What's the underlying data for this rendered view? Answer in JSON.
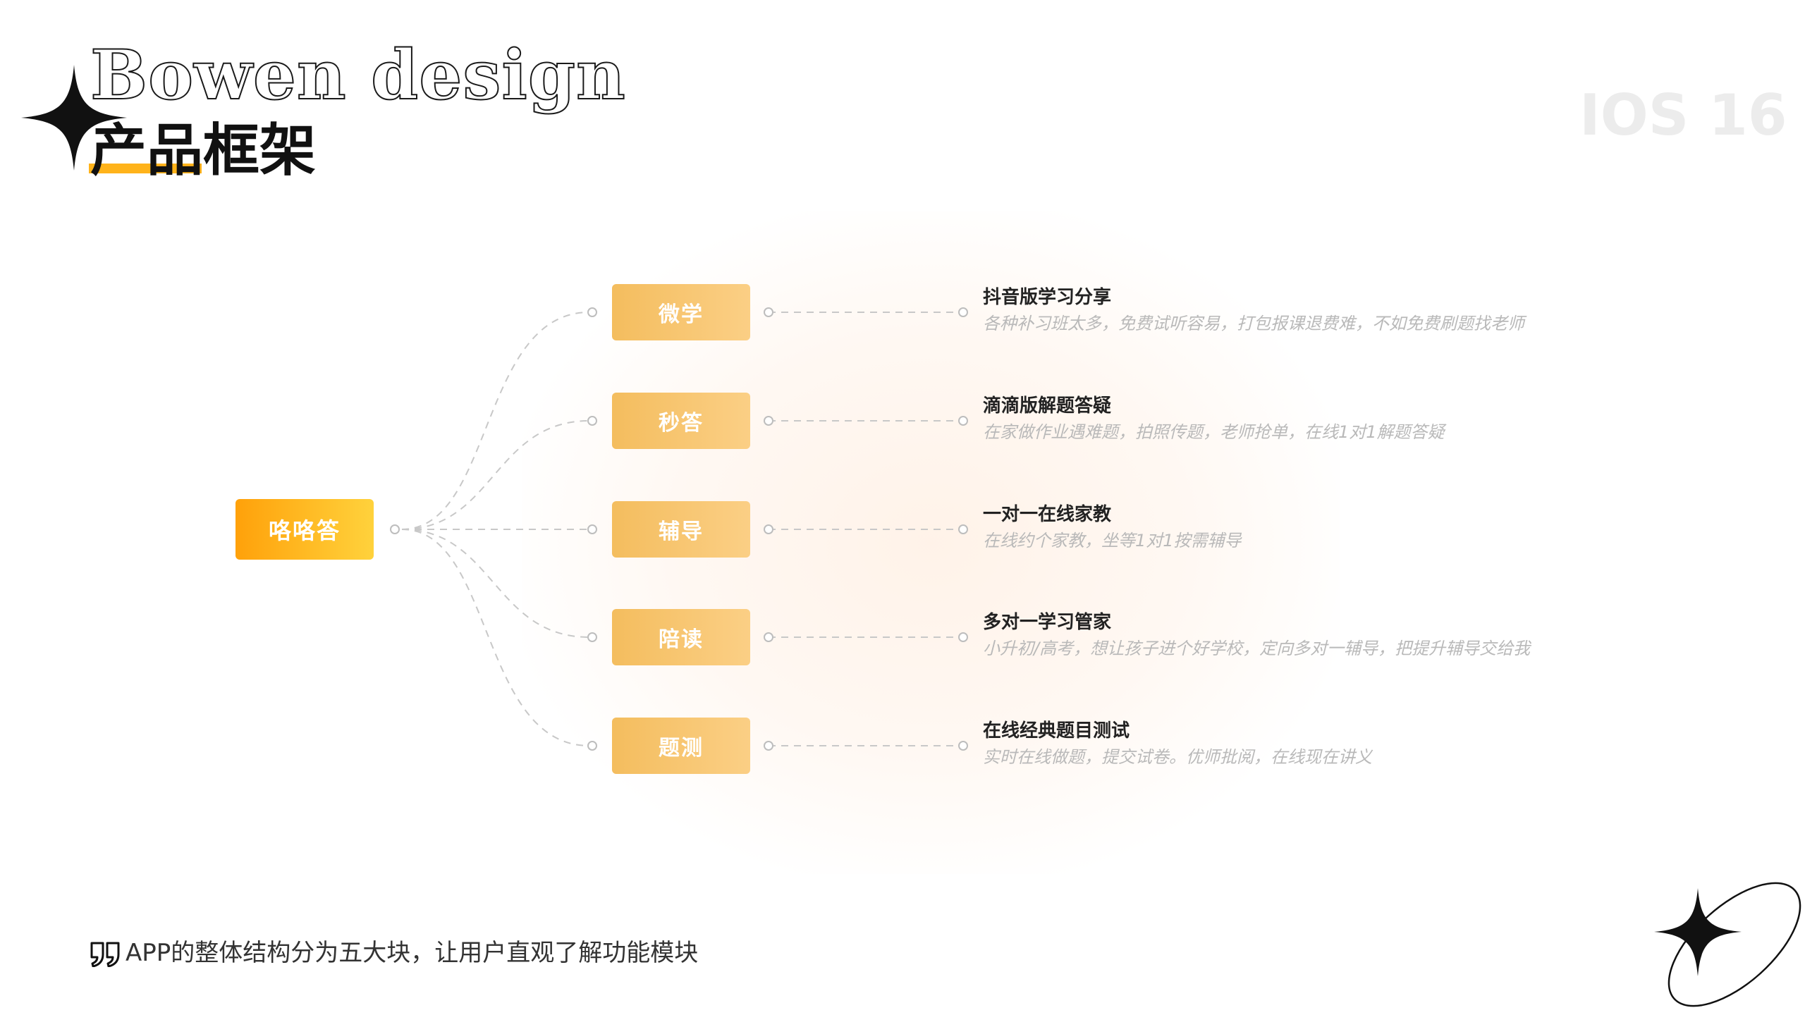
{
  "header": {
    "brand": "Bowen design",
    "title": "产品框架",
    "version": "IOS 16",
    "accent_color": "#ffb31a"
  },
  "diagram": {
    "root": {
      "label": "咯咯答"
    },
    "branches": [
      {
        "label": "微学",
        "title": "抖音版学习分享",
        "subtitle": "各种补习班太多，免费试听容易，打包报课退费难，不如免费刷题找老师"
      },
      {
        "label": "秒答",
        "title": "滴滴版解题答疑",
        "subtitle": "在家做作业遇难题，拍照传题，老师抢单，在线1对1解题答疑"
      },
      {
        "label": "辅导",
        "title": "一对一在线家教",
        "subtitle": "在线约个家教，坐等1对1按需辅导"
      },
      {
        "label": "陪读",
        "title": "多对一学习管家",
        "subtitle": "小升初/高考，想让孩子进个好学校，定向多对一辅导，把提升辅导交给我"
      },
      {
        "label": "题测",
        "title": "在线经典题目测试",
        "subtitle": "实时在线做题，提交试卷。优师批阅，在线现在讲义"
      }
    ]
  },
  "footer": {
    "text": "APP的整体结构分为五大块，让用户直观了解功能模块"
  },
  "icons": {
    "top_star": "sparkle-star-icon",
    "quote": "quote-icon",
    "bottom_star": "orbit-star-icon"
  }
}
